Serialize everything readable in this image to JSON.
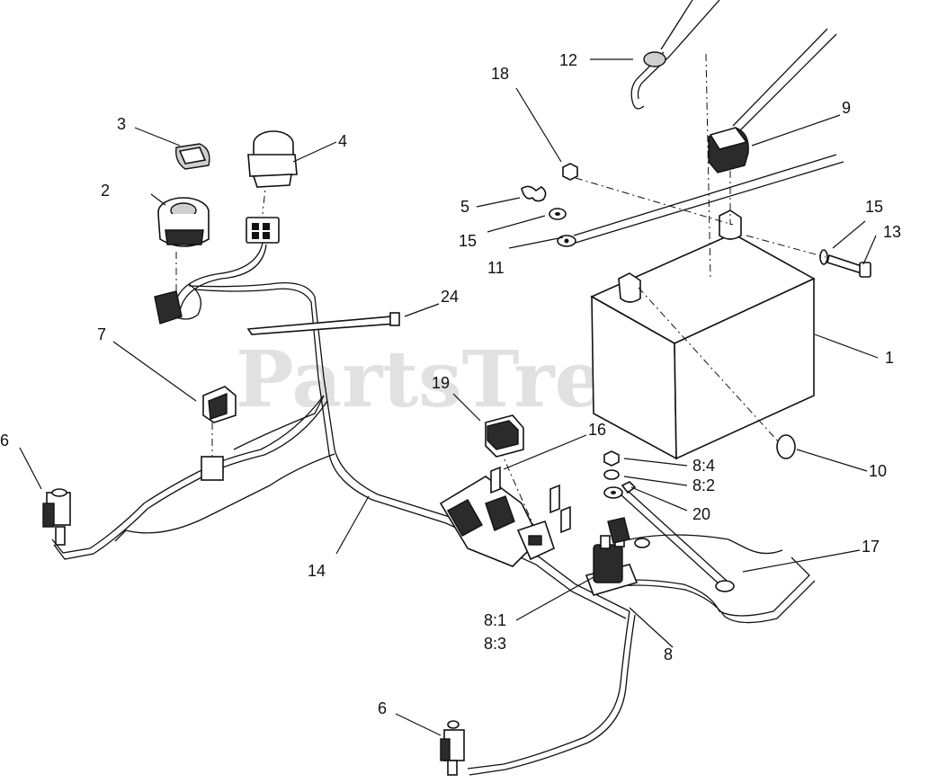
{
  "watermark": "PartsTree",
  "callouts": {
    "c1": "1",
    "c2": "2",
    "c3": "3",
    "c4": "4",
    "c5": "5",
    "c6a": "6",
    "c6b": "6",
    "c7": "7",
    "c8": "8",
    "c8_1": "8:1",
    "c8_2": "8:2",
    "c8_3": "8:3",
    "c8_4": "8:4",
    "c9": "9",
    "c10": "10",
    "c11": "11",
    "c12": "12",
    "c13": "13",
    "c14": "14",
    "c15a": "15",
    "c15b": "15",
    "c16": "16",
    "c17": "17",
    "c18": "18",
    "c19": "19",
    "c20": "20",
    "c24": "24"
  },
  "colors": {
    "line": "#111111",
    "watermark": "#c8c8c8",
    "background": "#ffffff"
  }
}
